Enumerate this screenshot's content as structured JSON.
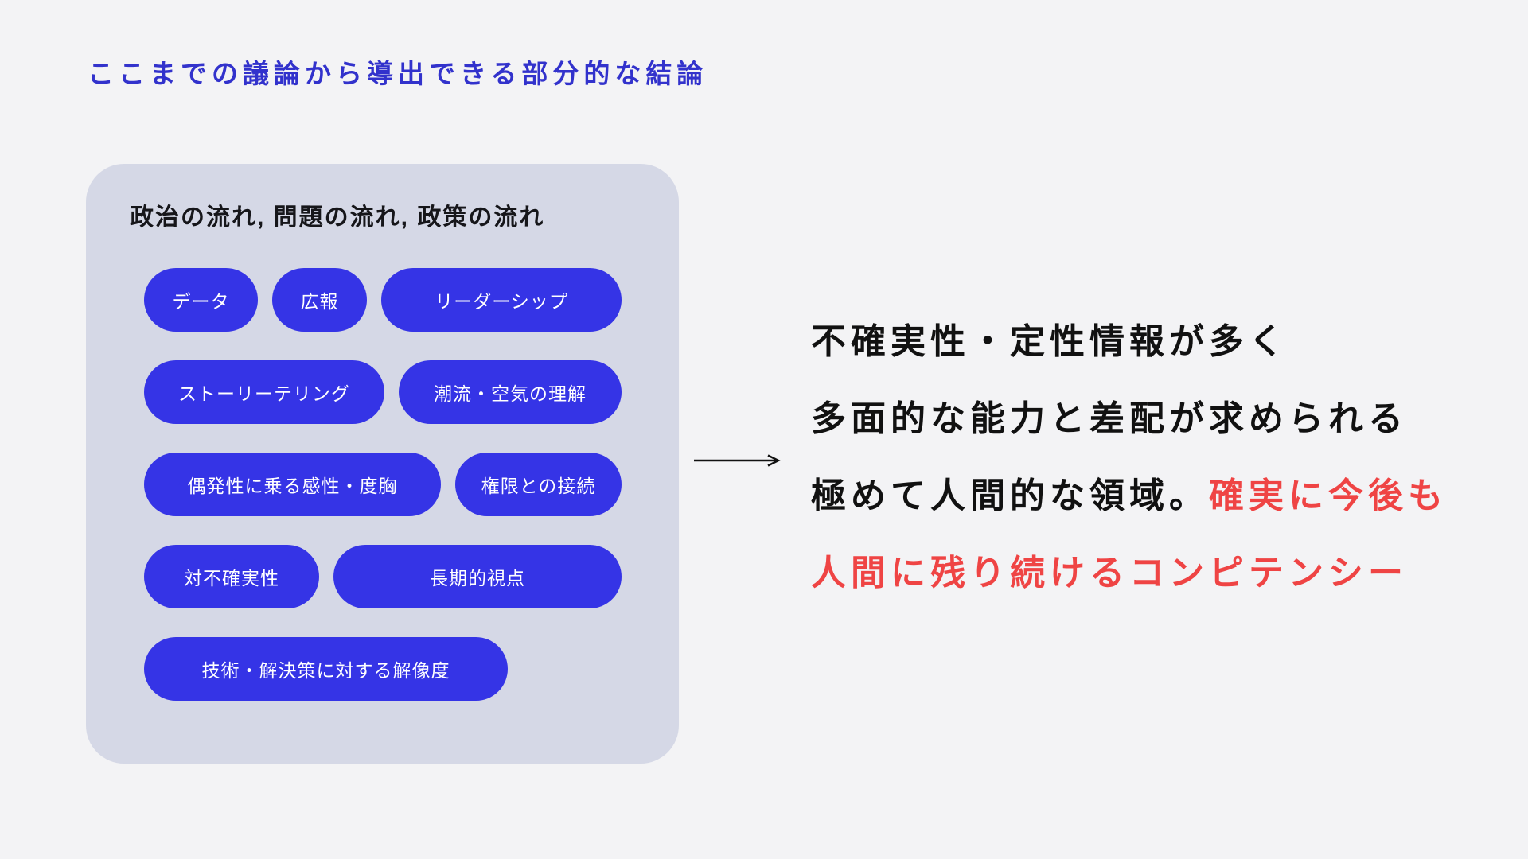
{
  "slide": {
    "heading": "ここまでの議論から導出できる部分的な結論"
  },
  "card": {
    "title": "政治の流れ, 問題の流れ, 政策の流れ",
    "rows": [
      [
        "データ",
        "広報",
        "リーダーシップ"
      ],
      [
        "ストーリーテリング",
        "潮流・空気の理解"
      ],
      [
        "偶発性に乗る感性・度胸",
        "権限との接続"
      ],
      [
        "対不確実性",
        "長期的視点"
      ],
      [
        "技術・解決策に対する解像度"
      ]
    ]
  },
  "conclusion": {
    "lines": [
      {
        "parts": [
          {
            "text": "不確実性・定性情報が多く",
            "emphasis": false
          }
        ]
      },
      {
        "parts": [
          {
            "text": "多面的な能力と差配が求められる",
            "emphasis": false
          }
        ]
      },
      {
        "parts": [
          {
            "text": "極めて人間的な領域。",
            "emphasis": false
          },
          {
            "text": "確実に今後も",
            "emphasis": true
          }
        ]
      },
      {
        "parts": [
          {
            "text": "人間に残り続けるコンピテンシー",
            "emphasis": true
          }
        ]
      }
    ]
  },
  "colors": {
    "bg": "#f3f3f5",
    "card_bg": "#d5d8e6",
    "pill_blue": "#3534e6",
    "heading_blue": "#3232cc",
    "text_black": "#111111",
    "accent_red": "#ef4444"
  }
}
